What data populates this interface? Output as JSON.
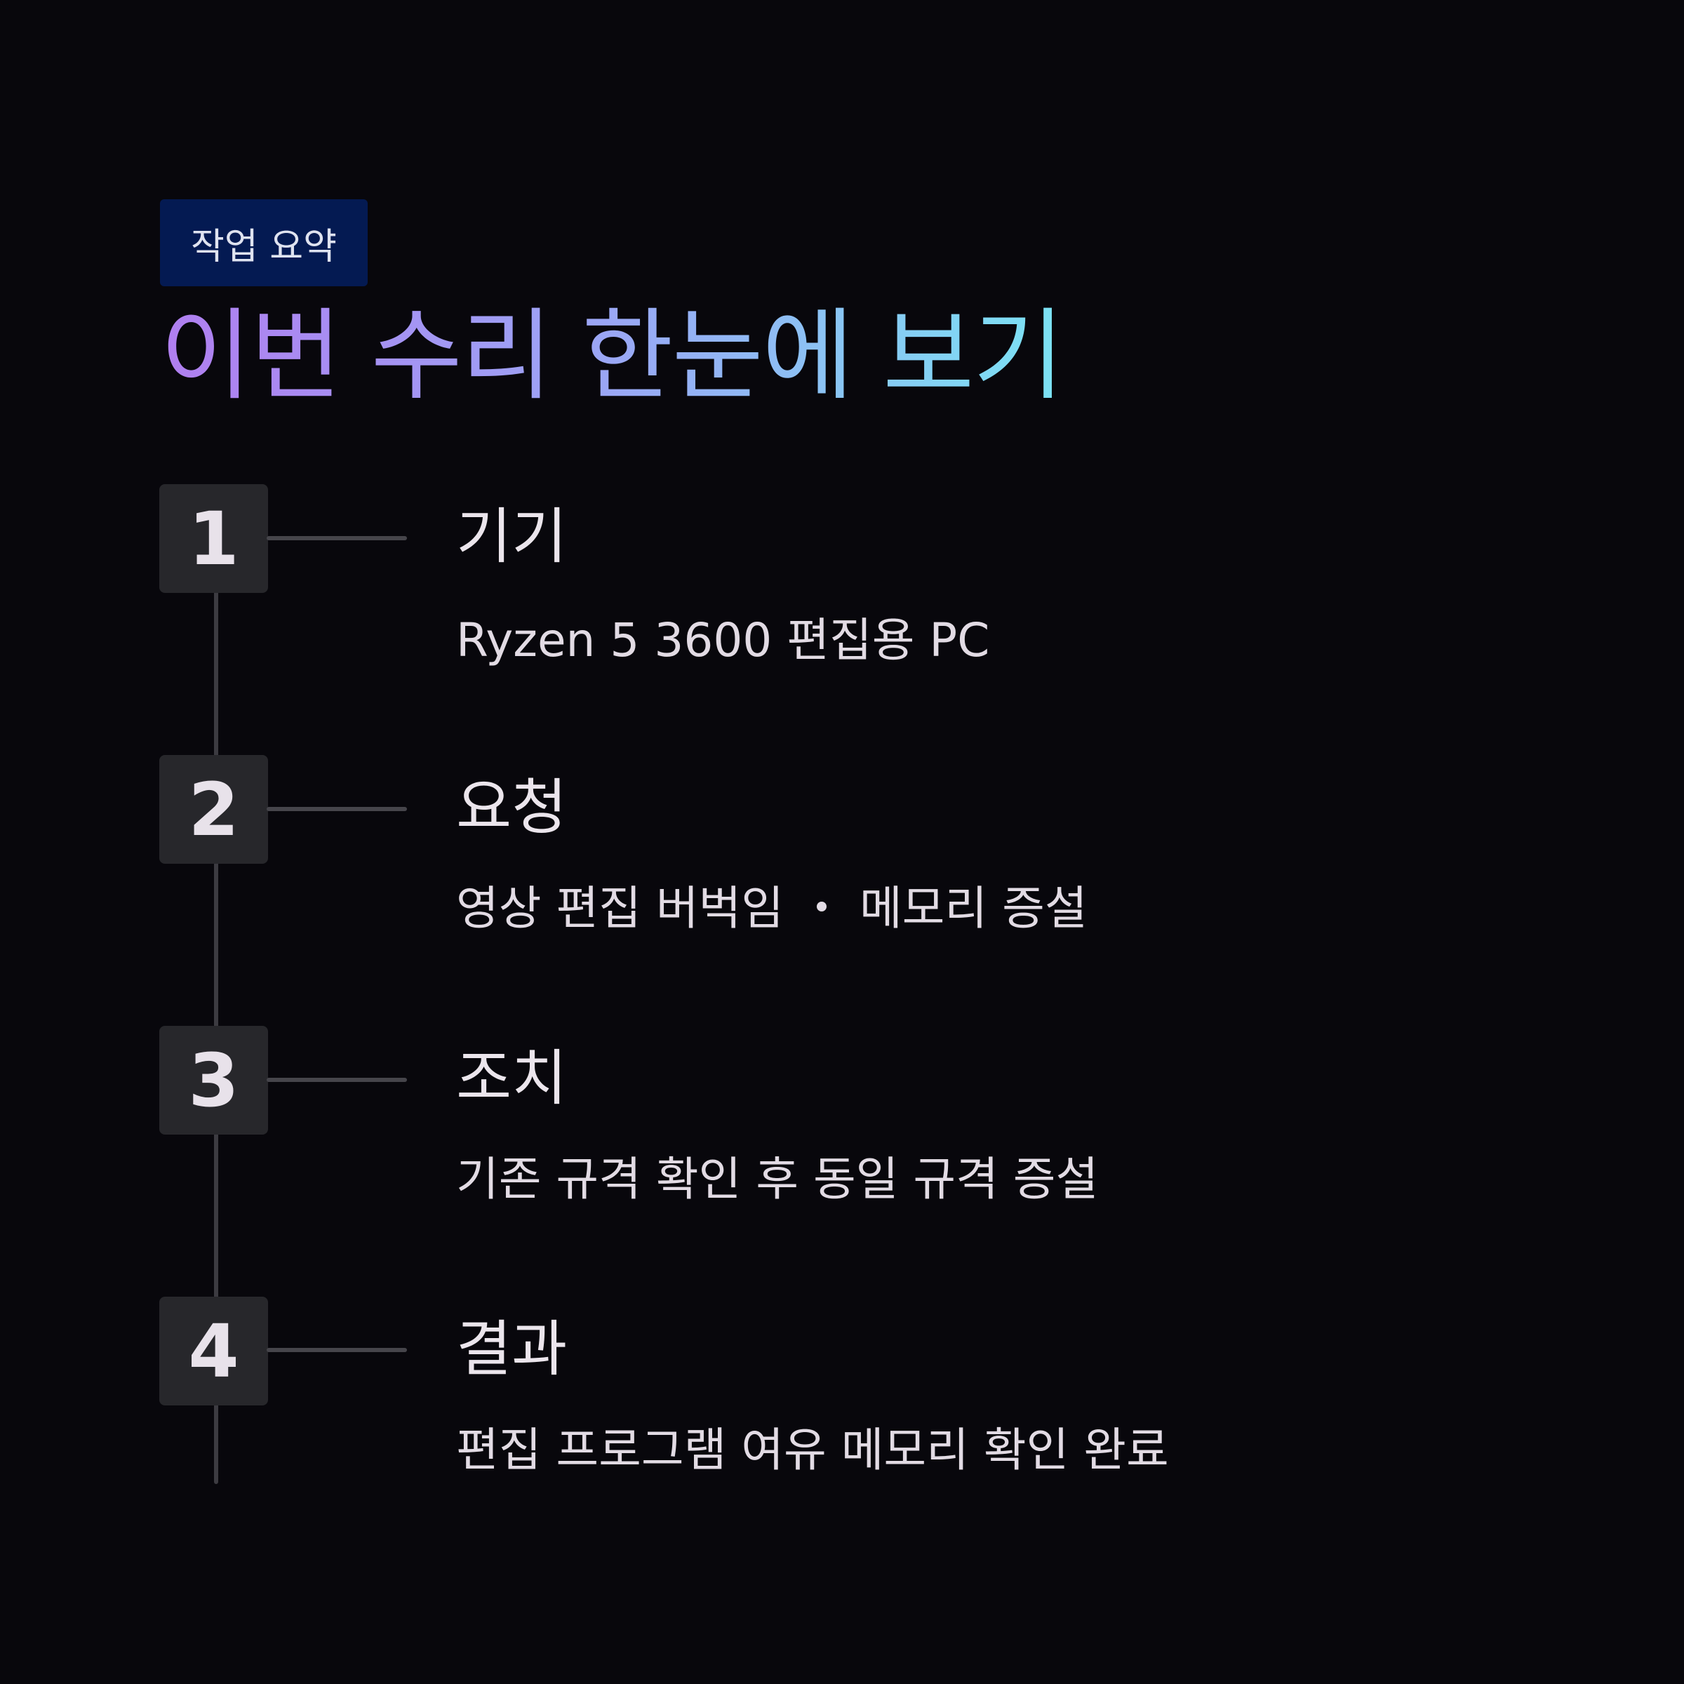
{
  "badge": {
    "label": "작업 요약"
  },
  "title": "이번 수리 한눈에 보기",
  "colors": {
    "background": "#08070c",
    "badge_background": "#041a52",
    "title_gradient_start": "#b07ef0",
    "title_gradient_mid": "#9aa7f5",
    "title_gradient_end": "#7be3f4",
    "step_box": "#27272b",
    "line": "#3c3b41"
  },
  "steps": [
    {
      "number": "1",
      "label": "기기",
      "description": "Ryzen 5 3600 편집용 PC"
    },
    {
      "number": "2",
      "label": "요청",
      "description": "영상 편집 버벅임 ・ 메모리 증설"
    },
    {
      "number": "3",
      "label": "조치",
      "description": "기존 규격 확인 후 동일 규격 증설"
    },
    {
      "number": "4",
      "label": "결과",
      "description": "편집 프로그램 여유 메모리 확인 완료"
    }
  ]
}
